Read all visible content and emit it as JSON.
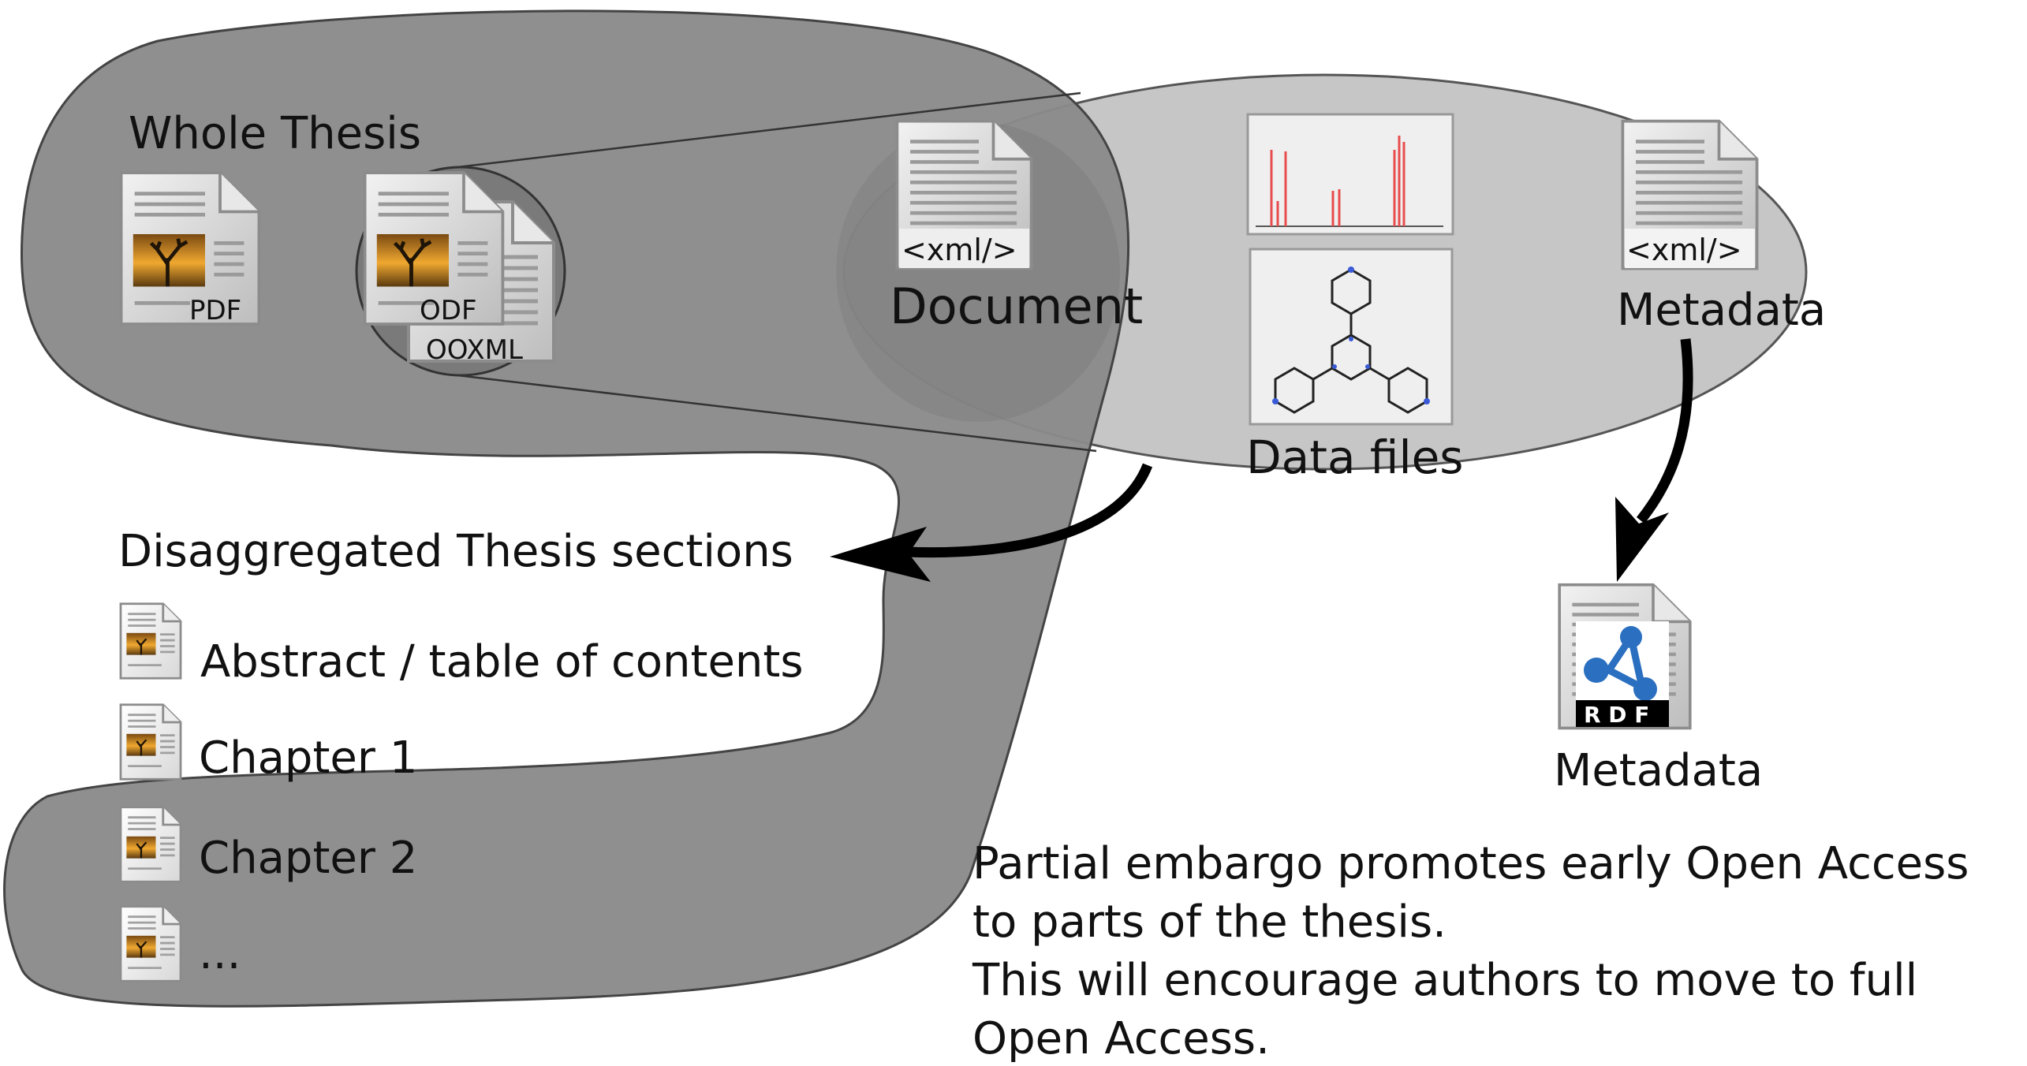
{
  "whole_thesis": {
    "title": "Whole Thesis",
    "formats": {
      "pdf": "PDF",
      "odf": "ODF",
      "ooxml": "OOXML"
    }
  },
  "package": {
    "document": {
      "tag": "<xml/>",
      "label": "Document"
    },
    "data_files": {
      "label": "Data files"
    },
    "metadata": {
      "tag": "<xml/>",
      "label": "Metadata"
    }
  },
  "sections": {
    "heading": "Disaggregated Thesis sections",
    "items": [
      "Abstract / table of contents",
      "Chapter 1",
      "Chapter 2",
      "..."
    ]
  },
  "rdf": {
    "badge": "R D F",
    "label": "Metadata"
  },
  "note": {
    "lines": [
      "Partial embargo promotes early Open Access",
      "to parts of the thesis.",
      "This will encourage authors to move to full",
      "Open Access."
    ]
  },
  "colors": {
    "blob_fill": "#8a8a8a",
    "ellipse_fill": "#c6c6c6",
    "spectrum_peaks": "#e84c4c",
    "rdf_blue": "#2a6fc0"
  }
}
